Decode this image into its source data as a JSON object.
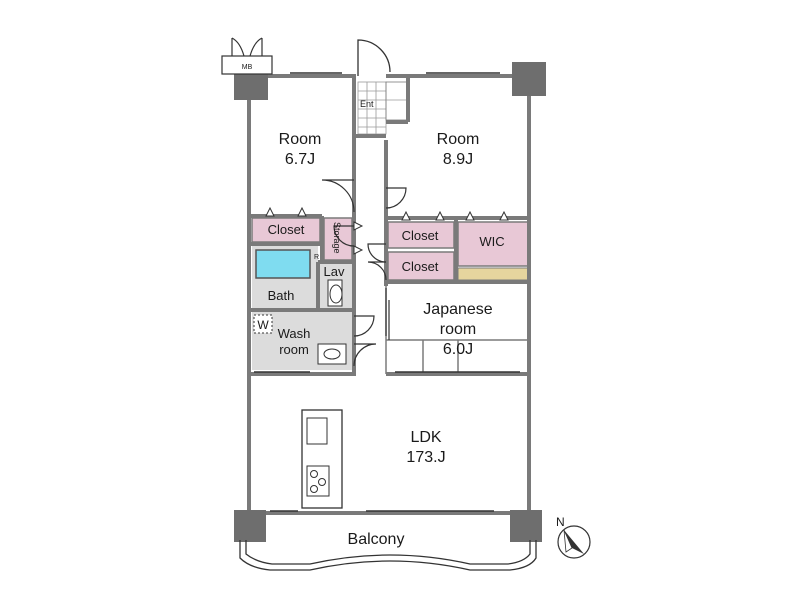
{
  "rooms": {
    "room_left": {
      "name": "Room",
      "size": "6.7J"
    },
    "room_right": {
      "name": "Room",
      "size": "8.9J"
    },
    "ldk": {
      "name": "LDK",
      "size": "173.J"
    },
    "japanese": {
      "line1": "Japanese",
      "line2": "room",
      "size": "6.0J"
    },
    "balcony": {
      "name": "Balcony"
    }
  },
  "labels": {
    "mb": "MB",
    "ent": "Ent",
    "closet_left": "Closet",
    "storage": "Storage",
    "closet_right_top": "Closet",
    "closet_right_bottom": "Closet",
    "wic": "WIC",
    "lav": "Lav",
    "bath": "Bath",
    "washer": "W",
    "wash_room_line1": "Wash",
    "wash_room_line2": "room",
    "fridge": "R",
    "compass": "N"
  },
  "colors": {
    "wall": "#7a7a7a",
    "closet": "#e8c8d6",
    "wet_area": "#dcdcdc",
    "bath_tub": "#7fdcf0",
    "tatami_strip": "#e6d59e"
  }
}
